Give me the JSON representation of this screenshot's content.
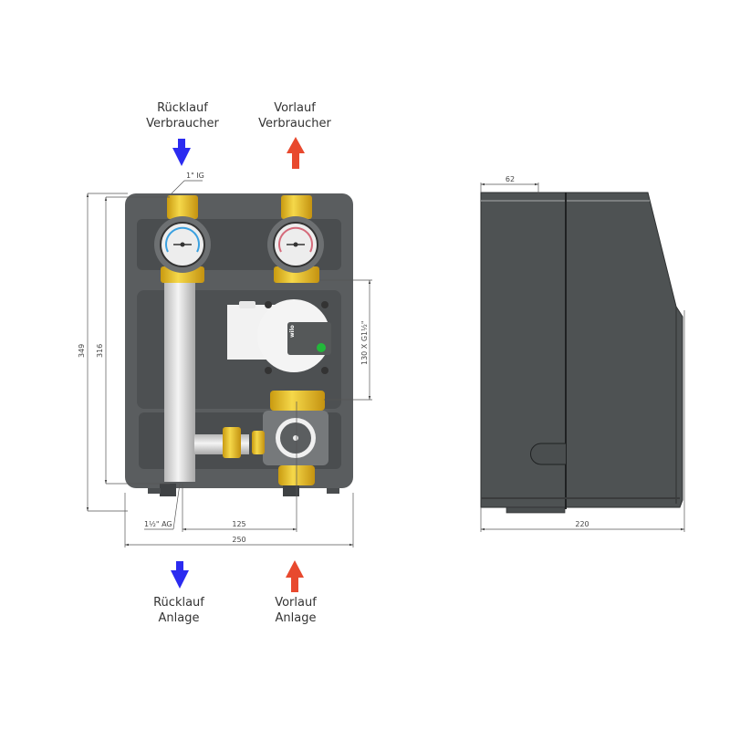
{
  "labels": {
    "top_left": {
      "line1": "Rücklauf",
      "line2": "Verbraucher"
    },
    "top_right": {
      "line1": "Vorlauf",
      "line2": "Verbraucher"
    },
    "bottom_left": {
      "line1": "Rücklauf",
      "line2": "Anlage"
    },
    "bottom_right": {
      "line1": "Vorlauf",
      "line2": "Anlage"
    }
  },
  "dimensions": {
    "thread_top": "1\" IG",
    "thread_bottom": "1½\" AG",
    "height_total": "349",
    "height_inner": "316",
    "pump_length": "130 X G1½\"",
    "center_distance": "125",
    "width_total": "250",
    "depth_cover": "62",
    "depth_total": "220"
  },
  "pump_brand": "wilo",
  "colors": {
    "return_arrow": "#2b2bf0",
    "flow_arrow": "#e8492e",
    "insulation": "#55585a",
    "brass": "#e8c020",
    "cover": "#4e5253"
  }
}
